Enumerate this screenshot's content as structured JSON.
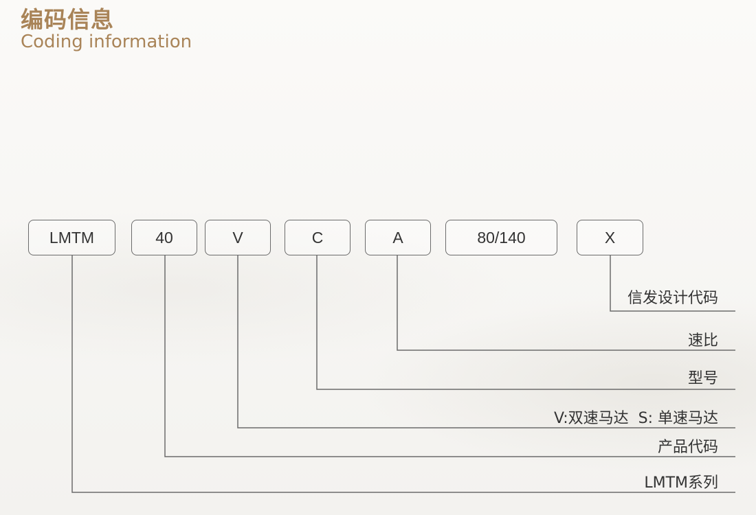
{
  "header": {
    "title_cn": "编码信息",
    "title_en": "Coding information"
  },
  "code_boxes": [
    "LMTM",
    "40",
    "V",
    "C",
    "A",
    "80/140",
    "X"
  ],
  "legend": [
    {
      "code_index": 6,
      "label": "信发设计代码"
    },
    {
      "code_index": 4,
      "label": "速比"
    },
    {
      "code_index": 3,
      "label": "型号"
    },
    {
      "code_index": 2,
      "label": "V:双速马达  S: 单速马达"
    },
    {
      "code_index": 1,
      "label": "产品代码"
    },
    {
      "code_index": 0,
      "label": "LMTM系列"
    }
  ],
  "colors": {
    "accent": "#a98458",
    "line": "#6b6b6b",
    "text": "#333333"
  }
}
